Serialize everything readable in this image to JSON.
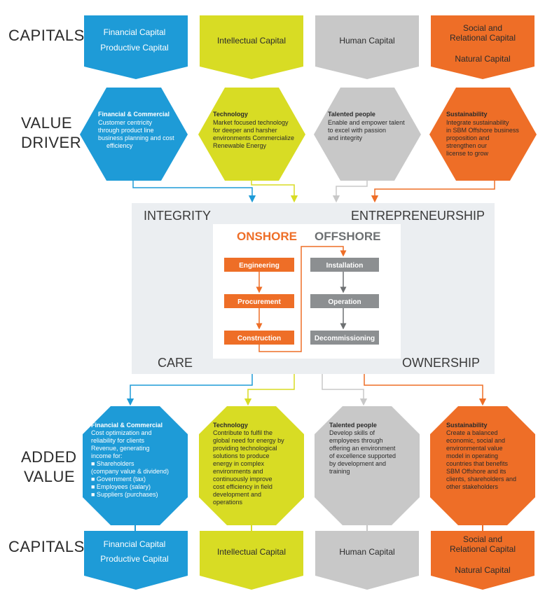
{
  "colors": {
    "financial": "#1e9bd7",
    "intellectual": "#d8dc24",
    "human": "#c8c8c8",
    "social": "#ee6e27",
    "panel": "#ebeef1",
    "offshore_step": "#8c8f91"
  },
  "row_labels": {
    "capitals_top": "CAPITALS",
    "value_driver_1": "VALUE",
    "value_driver_2": "DRIVER",
    "added_value_1": "ADDED",
    "added_value_2": "VALUE",
    "capitals_bottom": "CAPITALS"
  },
  "capitals": [
    {
      "lines": [
        "Financial Capital",
        "Productive Capital"
      ]
    },
    {
      "lines": [
        "Intellectual Capital"
      ]
    },
    {
      "lines": [
        "Human Capital"
      ]
    },
    {
      "lines": [
        "Social and",
        "Relational Capital",
        "",
        "Natural Capital"
      ]
    }
  ],
  "value_drivers": [
    {
      "title": "Financial & Commercial",
      "body": [
        "Customer centricity",
        "through product line",
        "business planning and cost",
        "efficiency"
      ]
    },
    {
      "title": "Technology",
      "body": [
        "Market focused technology",
        "for deeper and harsher",
        "environments Commercialize",
        "Renewable Energy"
      ]
    },
    {
      "title": "Talented people",
      "body": [
        "Enable and empower talent",
        "to excel with passion",
        "and integrity"
      ]
    },
    {
      "title": "Sustainability",
      "body": [
        "Integrate sustainability",
        "in SBM Offshore business",
        "proposition and",
        "strengthen our",
        "license to grow"
      ]
    }
  ],
  "values": {
    "integrity": "INTEGRITY",
    "entrepreneurship": "ENTREPRENEURSHIP",
    "care": "CARE",
    "ownership": "OWNERSHIP"
  },
  "process": {
    "onshore_title": "ONSHORE",
    "offshore_title": "OFFSHORE",
    "onshore_steps": [
      "Engineering",
      "Procurement",
      "Construction"
    ],
    "offshore_steps": [
      "Installation",
      "Operation",
      "Decommissioning"
    ]
  },
  "added_values": [
    {
      "title": "Financial & Commercial",
      "body": [
        "Cost optimization and",
        "reliability for clients",
        "Revenue, generating",
        "income for:",
        "■ Shareholders",
        "(company value & dividend)",
        "■ Government (tax)",
        "■ Employees (salary)",
        "■ Suppliers (purchases)"
      ]
    },
    {
      "title": "Technology",
      "body": [
        "Contribute to fulfil the",
        "global need for energy by",
        "providing technological",
        "solutions to produce",
        "energy in complex",
        "environments and",
        "continuously improve",
        "cost efficiency in field",
        "development and",
        "operations"
      ]
    },
    {
      "title": "Talented people",
      "body": [
        "Develop skills of",
        "employees through",
        "offering an environment",
        "of excellence supported",
        "by development and",
        "training"
      ]
    },
    {
      "title": "Sustainability",
      "body": [
        "Create a balanced",
        "economic, social and",
        "environmental value",
        "model in operating",
        "countries that benefits",
        "SBM Offshore and its",
        "clients, shareholders and",
        "other stakeholders"
      ]
    }
  ]
}
